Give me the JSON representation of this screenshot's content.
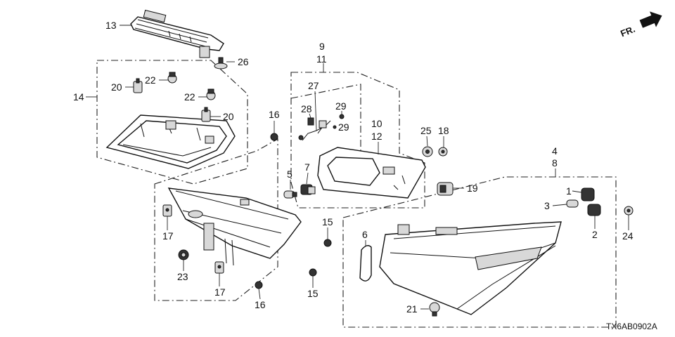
{
  "diagram": {
    "callouts": [
      "13",
      "26",
      "14",
      "20",
      "22",
      "22",
      "20",
      "16",
      "9",
      "11",
      "27",
      "28",
      "29",
      "29",
      "10",
      "12",
      "25",
      "18",
      "5",
      "7",
      "19",
      "4",
      "8",
      "1",
      "3",
      "2",
      "24",
      "17",
      "23",
      "17",
      "16",
      "15",
      "15",
      "6",
      "21"
    ],
    "orientation_mark": "FR.",
    "diagram_code": "TX6AB0902A"
  }
}
